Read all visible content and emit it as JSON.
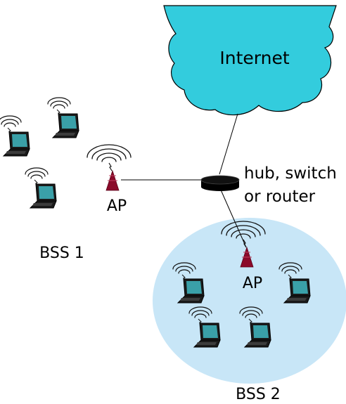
{
  "diagram": {
    "internet_label": "Internet",
    "switch_label_line1": "hub, switch",
    "switch_label_line2": "or router",
    "ap1_label": "AP",
    "ap2_label": "AP",
    "bss1_label": "BSS 1",
    "bss2_label": "BSS 2"
  },
  "colors": {
    "cloud_fill": "#33ccdd",
    "bss2_fill": "#c8e6f7",
    "ap_fill": "#8b0a2a",
    "laptop_screen": "#3aa0a8",
    "laptop_body": "#1a1a1a"
  }
}
